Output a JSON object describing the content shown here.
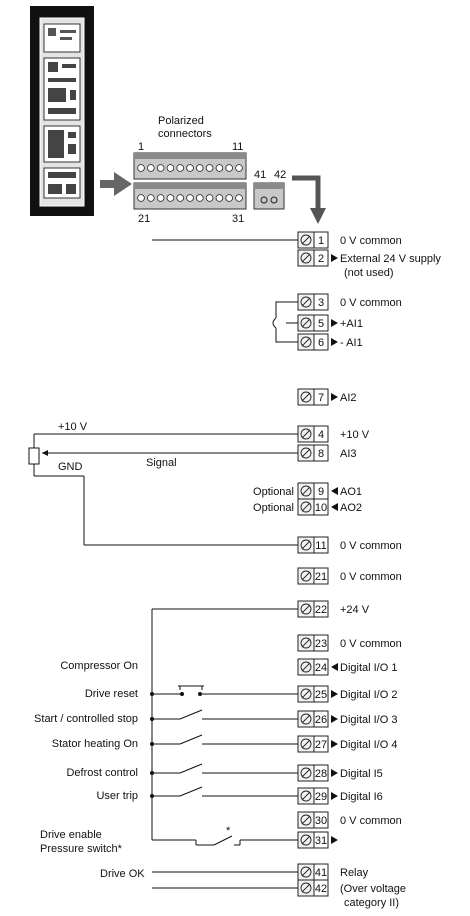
{
  "header": {
    "connectors_label_line1": "Polarized",
    "connectors_label_line2": "connectors",
    "top_block_first": "1",
    "top_block_last": "11",
    "bottom_block_first": "21",
    "bottom_block_last": "31",
    "relay_block_first": "41",
    "relay_block_last": "42"
  },
  "terminals": [
    {
      "id": "t1",
      "num": "1",
      "dir": "",
      "label": "0 V common",
      "label2": "",
      "left_label": ""
    },
    {
      "id": "t2",
      "num": "2",
      "dir": "out",
      "label": "External 24 V supply",
      "label2": "(not used)",
      "left_label": ""
    },
    {
      "id": "t3",
      "num": "3",
      "dir": "",
      "label": "0 V common",
      "label2": "",
      "left_label": ""
    },
    {
      "id": "t5",
      "num": "5",
      "dir": "out",
      "label": "+AI1",
      "label2": "",
      "left_label": ""
    },
    {
      "id": "t6",
      "num": "6",
      "dir": "out",
      "label": "- AI1",
      "label2": "",
      "left_label": ""
    },
    {
      "id": "t7",
      "num": "7",
      "dir": "out",
      "label": "AI2",
      "label2": "",
      "left_label": ""
    },
    {
      "id": "t4",
      "num": "4",
      "dir": "",
      "label": "+10 V",
      "label2": "",
      "left_label": ""
    },
    {
      "id": "t8",
      "num": "8",
      "dir": "",
      "label": "AI3",
      "label2": "",
      "left_label": ""
    },
    {
      "id": "t9",
      "num": "9",
      "dir": "in",
      "label": "AO1",
      "label2": "",
      "left_label": "Optional"
    },
    {
      "id": "t10",
      "num": "10",
      "dir": "in",
      "label": "AO2",
      "label2": "",
      "left_label": "Optional"
    },
    {
      "id": "t11",
      "num": "11",
      "dir": "",
      "label": "0 V common",
      "label2": "",
      "left_label": ""
    },
    {
      "id": "t21",
      "num": "21",
      "dir": "",
      "label": "0 V common",
      "label2": "",
      "left_label": ""
    },
    {
      "id": "t22",
      "num": "22",
      "dir": "",
      "label": "+24 V",
      "label2": "",
      "left_label": ""
    },
    {
      "id": "t23",
      "num": "23",
      "dir": "",
      "label": "0 V common",
      "label2": "",
      "left_label": ""
    },
    {
      "id": "t24",
      "num": "24",
      "dir": "in",
      "label": "Digital I/O 1",
      "label2": "",
      "left_label": ""
    },
    {
      "id": "t25",
      "num": "25",
      "dir": "out",
      "label": "Digital I/O 2",
      "label2": "",
      "left_label": ""
    },
    {
      "id": "t26",
      "num": "26",
      "dir": "out",
      "label": "Digital I/O 3",
      "label2": "",
      "left_label": ""
    },
    {
      "id": "t27",
      "num": "27",
      "dir": "out",
      "label": "Digital I/O 4",
      "label2": "",
      "left_label": ""
    },
    {
      "id": "t28",
      "num": "28",
      "dir": "out",
      "label": "Digital I5",
      "label2": "",
      "left_label": ""
    },
    {
      "id": "t29",
      "num": "29",
      "dir": "out",
      "label": "Digital I6",
      "label2": "",
      "left_label": ""
    },
    {
      "id": "t30",
      "num": "30",
      "dir": "",
      "label": "0 V common",
      "label2": "",
      "left_label": ""
    },
    {
      "id": "t31",
      "num": "31",
      "dir": "out",
      "label": "",
      "label2": "",
      "left_label": ""
    },
    {
      "id": "t41",
      "num": "41",
      "dir": "",
      "label": "Relay",
      "label2": "",
      "left_label": ""
    },
    {
      "id": "t42",
      "num": "42",
      "dir": "",
      "label": "(Over voltage",
      "label2": "category II)",
      "left_label": ""
    }
  ],
  "analog": {
    "plus10v": "+10 V",
    "signal": "Signal",
    "gnd": "GND"
  },
  "inputs": {
    "compressor_on": "Compressor On",
    "drive_reset": "Drive reset",
    "start_stop": "Start / controlled stop",
    "stator_heating": "Stator heating On",
    "defrost": "Defrost control",
    "user_trip": "User trip",
    "drive_enable": "Drive enable",
    "pressure_switch": "Pressure switch*",
    "switch_note": "*",
    "drive_ok": "Drive OK"
  }
}
